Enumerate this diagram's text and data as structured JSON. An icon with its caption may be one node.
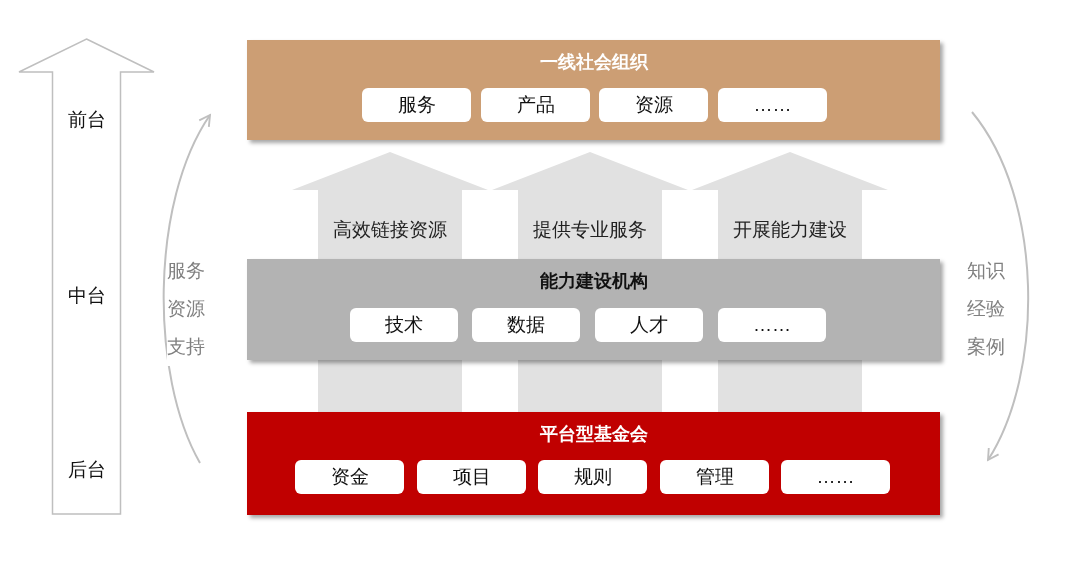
{
  "diagram": {
    "nodes": [
      {
        "text": [
          "前台",
          "中台",
          "后台"
        ]
      },
      {
        "text": [
          "一线社会组织"
        ]
      },
      {
        "text": [
          "服务"
        ],
        "in": 1
      },
      {
        "text": [
          "产品"
        ],
        "in": 1
      },
      {
        "text": [
          "资源"
        ],
        "in": 1
      },
      {
        "text": [
          "……"
        ],
        "in": 1
      },
      {
        "text": [
          "能力建设机构"
        ]
      },
      {
        "text": [
          "技术"
        ],
        "in": 6
      },
      {
        "text": [
          "数据"
        ],
        "in": 6
      },
      {
        "text": [
          "人才"
        ],
        "in": 6
      },
      {
        "text": [
          "……"
        ],
        "in": 6
      },
      {
        "text": [
          "平台型基金会"
        ]
      },
      {
        "text": [
          "资金"
        ],
        "in": 11
      },
      {
        "text": [
          "项目"
        ],
        "in": 11
      },
      {
        "text": [
          "规则"
        ],
        "in": 11
      },
      {
        "text": [
          "管理"
        ],
        "in": 11
      },
      {
        "text": [
          "……"
        ],
        "in": 11
      }
    ],
    "edges": [
      {
        "from": 11,
        "to": 1,
        "arrow": "to",
        "label": "高效链接资源",
        "style": "thick"
      },
      {
        "from": 11,
        "to": 1,
        "arrow": "to",
        "label": "提供专业服务",
        "style": "thick"
      },
      {
        "from": 11,
        "to": 1,
        "arrow": "to",
        "label": "开展能力建设",
        "style": "thick"
      },
      {
        "from": 11,
        "to": 1,
        "arrow": "to",
        "label": "服务资源支持",
        "color": "#bfbfbf"
      },
      {
        "from": 1,
        "to": 11,
        "arrow": "to",
        "label": "知识经验案例",
        "color": "#bfbfbf"
      }
    ]
  }
}
